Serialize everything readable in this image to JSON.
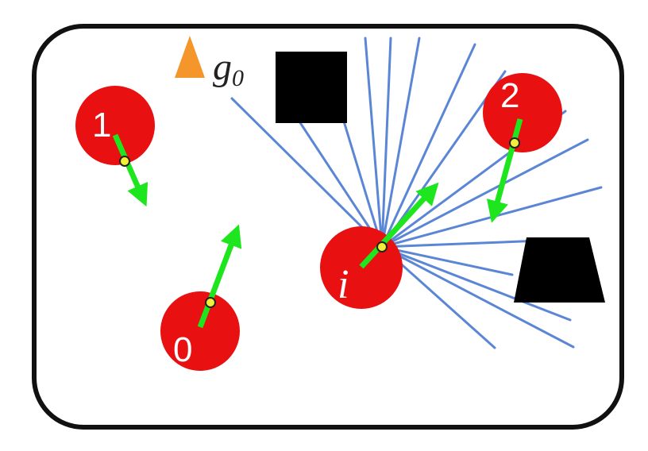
{
  "colors": {
    "border": "#111111",
    "robot": "#e81010",
    "velocity": "#1ee61e",
    "rays": "#5b86d6",
    "obstacle": "#000000",
    "goal": "#f5962a",
    "center_dot": "#f2ef3a"
  },
  "goal": {
    "symbol": "g",
    "subscript": "0"
  },
  "robots": [
    {
      "id": "robot-1",
      "label": "1"
    },
    {
      "id": "robot-2",
      "label": "2"
    },
    {
      "id": "robot-0",
      "label": "0"
    },
    {
      "id": "robot-i",
      "label": "i"
    }
  ]
}
